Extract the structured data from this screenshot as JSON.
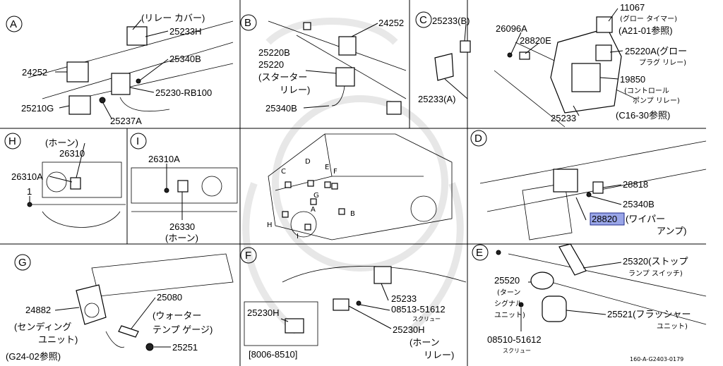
{
  "watermark_code": "160-A-G2403-0179",
  "panels": {
    "A": {
      "letter": "A",
      "labels": [
        "(リレー カバー)",
        "25233H",
        "24252",
        "25340B",
        "25210G",
        "25230-RB100",
        "25237A"
      ]
    },
    "B": {
      "letter": "B",
      "labels": [
        "24252",
        "25220B",
        "25220",
        "(スターター",
        "リレー)",
        "25340B"
      ]
    },
    "C": {
      "letter": "C",
      "labels": [
        "25233(B)",
        "26096A",
        "28820E",
        "25233(A)",
        "11067",
        "(グロー タイマー)",
        "(A21-01参照)",
        "25220A(グロー",
        "プラグ リレー)",
        "19850",
        "(コントロール",
        "ポンプ リレー)",
        "25233",
        "(C16-30参照)"
      ]
    },
    "H": {
      "letter": "H",
      "labels": [
        "(ホーン)",
        "26310",
        "26310A",
        "1"
      ]
    },
    "I": {
      "letter": "I",
      "labels": [
        "26310A",
        "26330",
        "(ホーン)"
      ]
    },
    "center": {
      "letters": [
        "C",
        "D",
        "E",
        "F",
        "A",
        "G",
        "H",
        "I",
        "B"
      ]
    },
    "D": {
      "letter": "D",
      "labels": [
        "28818",
        "25340B",
        "28820",
        "(ワイパー",
        "アンプ)"
      ]
    },
    "G": {
      "letter": "G",
      "labels": [
        "25080",
        "(ウォーター",
        "テンプ ゲージ)",
        "24882",
        "(センディング",
        "ユニット)",
        "(G24-02参照)",
        "25251"
      ]
    },
    "F": {
      "letter": "F",
      "labels": [
        "25230H",
        "25233",
        "08513-51612",
        "スクリュー",
        "25230H",
        "(ホーン",
        "リレー)",
        "[8006-8510]"
      ]
    },
    "E": {
      "letter": "E",
      "labels": [
        "25320(ストップ",
        "ランプ スイッチ)",
        "25520",
        "(ターン",
        "シグナル",
        "ユニット)",
        "25521(フラッシャー",
        "ユニット)",
        "08510-51612",
        "スクリュー"
      ]
    }
  }
}
